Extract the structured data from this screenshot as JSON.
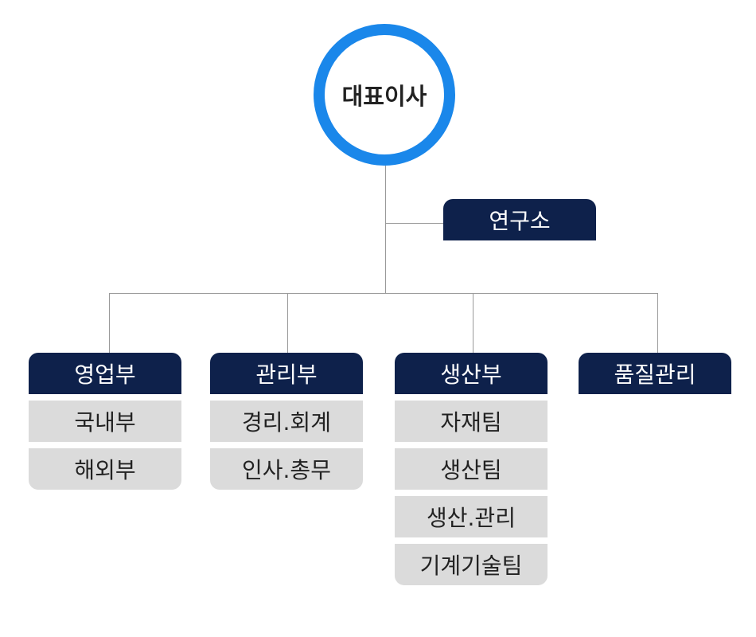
{
  "colors": {
    "accent_ring": "#1a87ea",
    "header_bg": "#0e214b",
    "header_text": "#ffffff",
    "sub_bg": "#dbdbdb",
    "sub_text": "#222222",
    "line": "#9a9a9a"
  },
  "ceo": {
    "label": "대표이사"
  },
  "lab": {
    "label": "연구소"
  },
  "departments": [
    {
      "label": "영업부",
      "teams": [
        "국내부",
        "해외부"
      ]
    },
    {
      "label": "관리부",
      "teams": [
        "경리.회계",
        "인사.총무"
      ]
    },
    {
      "label": "생산부",
      "teams": [
        "자재팀",
        "생산팀",
        "생산.관리",
        "기계기술팀"
      ]
    },
    {
      "label": "품질관리",
      "teams": []
    }
  ]
}
